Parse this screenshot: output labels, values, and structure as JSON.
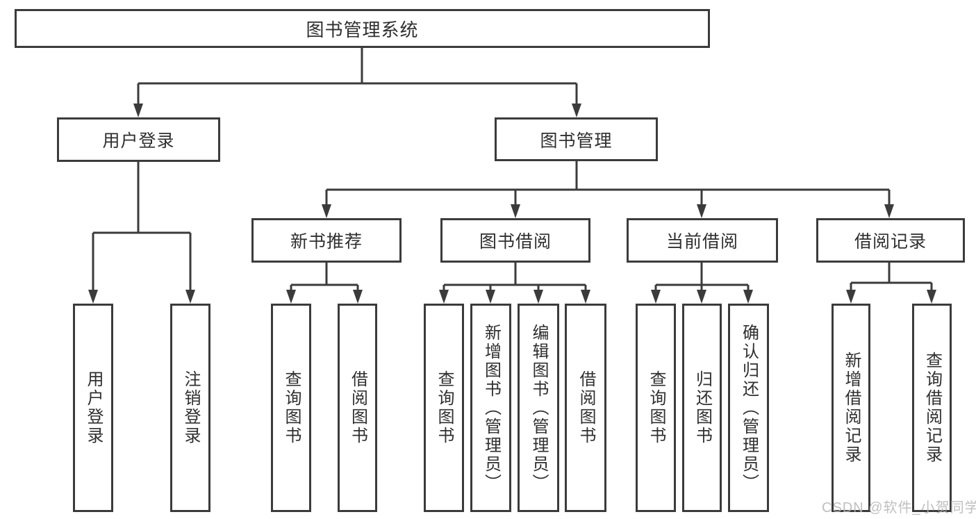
{
  "diagram": {
    "root": {
      "label": "图书管理系统"
    },
    "level2": [
      {
        "label": "用户登录"
      },
      {
        "label": "图书管理"
      }
    ],
    "level3": [
      {
        "label": "新书推荐"
      },
      {
        "label": "图书借阅"
      },
      {
        "label": "当前借阅"
      },
      {
        "label": "借阅记录"
      }
    ],
    "leaves": {
      "user_login": [
        {
          "label": "用户登录"
        },
        {
          "label": "注销登录"
        }
      ],
      "new_book": [
        {
          "label": "查询图书"
        },
        {
          "label": "借阅图书"
        }
      ],
      "borrow": [
        {
          "label": "查询图书"
        },
        {
          "label": "新增图书（管理员）"
        },
        {
          "label": "编辑图书（管理员）"
        },
        {
          "label": "借阅图书"
        }
      ],
      "current": [
        {
          "label": "查询图书"
        },
        {
          "label": "归还图书"
        },
        {
          "label": "确认归还（管理员）"
        }
      ],
      "records": [
        {
          "label": "新增借阅记录"
        },
        {
          "label": "查询借阅记录"
        }
      ]
    },
    "watermark": "CSDN @软件_小贺同学",
    "colors": {
      "line": "#3b3b3b",
      "text": "#2f2f2f",
      "watermark": "#b5b5b5",
      "background": "#ffffff"
    }
  }
}
